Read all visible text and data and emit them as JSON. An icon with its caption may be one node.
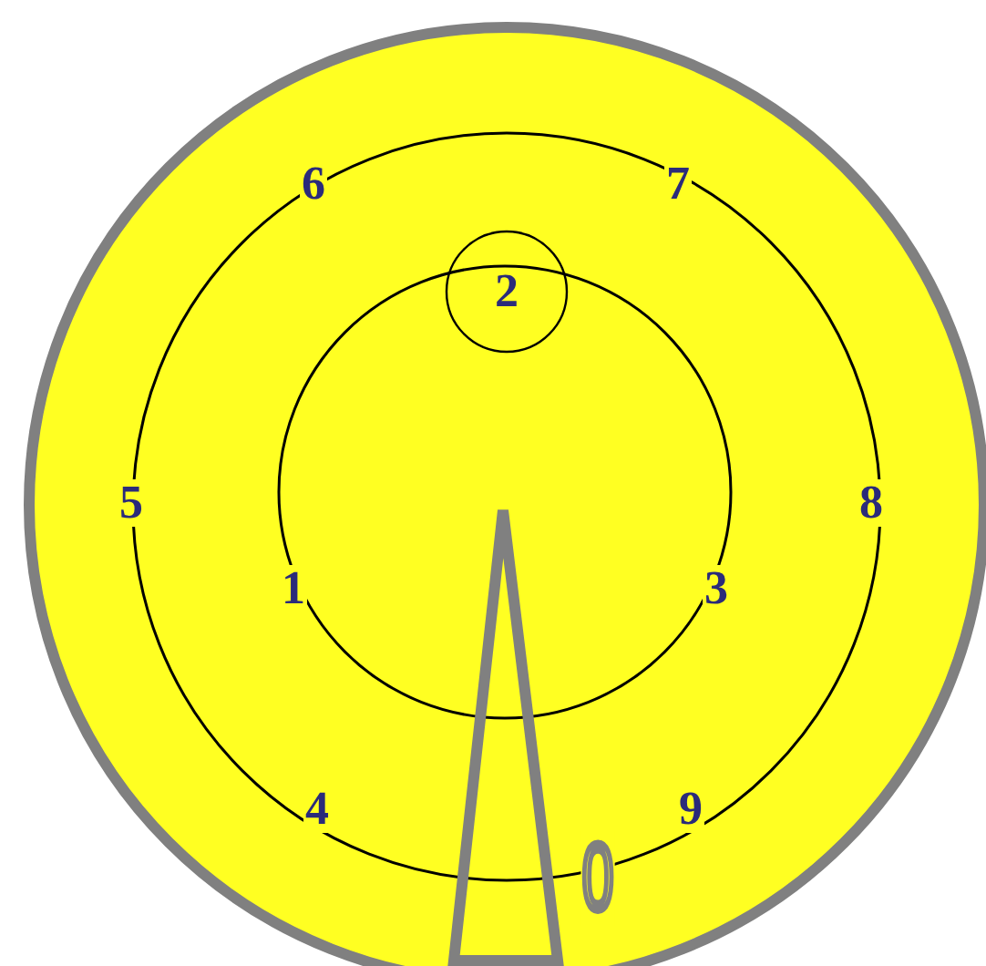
{
  "diagram": {
    "nodes": [
      {
        "text": [
          "2"
        ]
      }
    ],
    "labels": [
      "6",
      "7",
      "5",
      "8",
      "1",
      "3",
      "4",
      "9",
      "0"
    ]
  }
}
